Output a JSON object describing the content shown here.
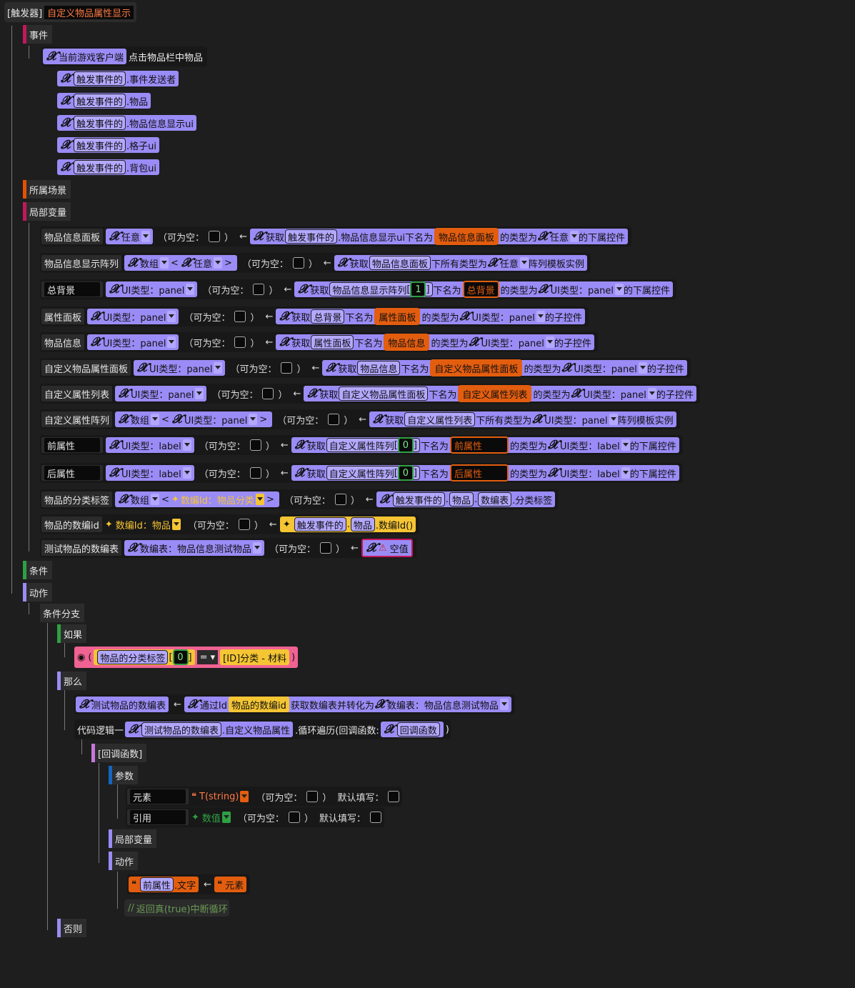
{
  "trigger": {
    "prefix": "[触发器]",
    "name": "自定义物品属性显示"
  },
  "sections": {
    "event": "事件",
    "scene": "所属场景",
    "locals": "局部变量",
    "cond": "条件",
    "action": "动作"
  },
  "event": {
    "client": "当前游戏客户端",
    "action": "点击物品栏中物品",
    "items": [
      {
        "src": "触发事件的",
        "prop": ".事件发送者"
      },
      {
        "src": "触发事件的",
        "prop": ".物品"
      },
      {
        "src": "触发事件的",
        "prop": ".物品信息显示ui"
      },
      {
        "src": "触发事件的",
        "prop": ".格子ui"
      },
      {
        "src": "触发事件的",
        "prop": ".背包ui"
      }
    ]
  },
  "locals": [
    {
      "name": "物品信息面板",
      "type": "任意",
      "nullable": "（可为空：",
      "close": "）",
      "get": "获取",
      "src": "触发事件的",
      "srcprop": ".物品信息显示ui",
      "under": "下名为",
      "target": "物品信息面板",
      "astype": "的类型为",
      "ttype": "任意",
      "tail": "的下属控件"
    },
    {
      "name": "物品信息显示阵列",
      "type": "数组",
      "sub": "任意",
      "nullable": "（可为空：",
      "close": "）",
      "get": "获取",
      "src": "物品信息面板",
      "under": "下所有类型为",
      "ttype": "任意",
      "tail": "阵列模板实例"
    },
    {
      "name": "总背景",
      "type": "UI类型：panel",
      "nullable": "（可为空：",
      "close": "）",
      "get": "获取",
      "src": "物品信息显示阵列",
      "idx": "1",
      "under": "下名为",
      "target": "总背景",
      "astype": "的类型为",
      "ttype": "UI类型：panel",
      "tail": "的下属控件"
    },
    {
      "name": "属性面板",
      "type": "UI类型：panel",
      "nullable": "（可为空：",
      "close": "）",
      "get": "获取",
      "src": "总背景",
      "under": "下名为",
      "target": "属性面板",
      "astype": "的类型为",
      "ttype": "UI类型：panel",
      "tail": "的子控件"
    },
    {
      "name": "物品信息",
      "type": "UI类型：panel",
      "nullable": "（可为空：",
      "close": "）",
      "get": "获取",
      "src": "属性面板",
      "under": "下名为",
      "target": "物品信息",
      "astype": "的类型为",
      "ttype": "UI类型：panel",
      "tail": "的子控件"
    },
    {
      "name": "自定义物品属性面板",
      "type": "UI类型：panel",
      "nullable": "（可为空：",
      "close": "）",
      "get": "获取",
      "src": "物品信息",
      "under": "下名为",
      "target": "自定义物品属性面板",
      "astype": "的类型为",
      "ttype": "UI类型：panel",
      "tail": "的子控件"
    },
    {
      "name": "自定义属性列表",
      "type": "UI类型：panel",
      "nullable": "（可为空：",
      "close": "）",
      "get": "获取",
      "src": "自定义物品属性面板",
      "under": "下名为",
      "target": "自定义属性列表",
      "astype": "的类型为",
      "ttype": "UI类型：panel",
      "tail": "的子控件"
    },
    {
      "name": "自定义属性阵列",
      "type": "数组",
      "sub": "UI类型：panel",
      "nullable": "（可为空：",
      "close": "）",
      "get": "获取",
      "src": "自定义属性列表",
      "under": "下所有类型为",
      "ttype": "UI类型：panel",
      "tail": "阵列模板实例"
    },
    {
      "name": "前属性",
      "type": "UI类型：label",
      "nullable": "（可为空：",
      "close": "）",
      "get": "获取",
      "src": "自定义属性阵列",
      "idx": "0",
      "under": "下名为",
      "target": "前属性",
      "astype": "的类型为",
      "ttype": "UI类型：label",
      "tail": "的下属控件"
    },
    {
      "name": "后属性",
      "type": "UI类型：label",
      "nullable": "（可为空：",
      "close": "）",
      "get": "获取",
      "src": "自定义属性阵列",
      "idx": "0",
      "under": "下名为",
      "target": "后属性",
      "astype": "的类型为",
      "ttype": "UI类型：label",
      "tail": "的下属控件"
    },
    {
      "name": "物品的分类标签",
      "type": "数组",
      "sub": "数编Id：物品分类",
      "nullable": "（可为空：",
      "close": "）",
      "src": "触发事件的",
      "p1": "物品",
      "p2": "数编表",
      "tail": ".分类标签"
    },
    {
      "name": "物品的数编id",
      "type": "数编Id：物品",
      "nullable": "（可为空：",
      "close": "）",
      "src": "触发事件的",
      "p1": "物品",
      "tail": ".数编Id()"
    },
    {
      "name": "测试物品的数编表",
      "type": "数编表：物品信息测试物品",
      "nullable": "（可为空：",
      "close": "）",
      "tail": "空值"
    }
  ],
  "branch": {
    "title": "条件分支",
    "if": "如果",
    "then": "那么",
    "else": "否则",
    "cond": {
      "left": "物品的分类标签",
      "idx": "0",
      "op": "=",
      "right": "[ID]分类 - 材料"
    },
    "assign": {
      "var": "测试物品的数编表",
      "via": "通过Id",
      "id": "物品的数编id",
      "mid": "获取数编表并转化为",
      "type": "数编表：物品信息测试物品"
    },
    "loop": {
      "label": "代码逻辑一",
      "src": "测试物品的数编表",
      "prop": ".自定义物品属性",
      "call": ".循环遍历(回调函数:",
      "cb": "回调函数",
      "close": ")"
    },
    "cbfn": "[回调函数]",
    "params": "参数",
    "plocals": "局部变量",
    "pactions": "动作",
    "p1": {
      "name": "元素",
      "type": "T(string)",
      "nullable": "（可为空：",
      "close": "）",
      "def": "默认填写："
    },
    "p2": {
      "name": "引用",
      "type": "数值",
      "nullable": "（可为空：",
      "close": "）",
      "def": "默认填写："
    },
    "act": {
      "target": "前属性",
      "prop": ".文字",
      "val": "元素"
    },
    "comment": "返回真(true)中断循环"
  }
}
